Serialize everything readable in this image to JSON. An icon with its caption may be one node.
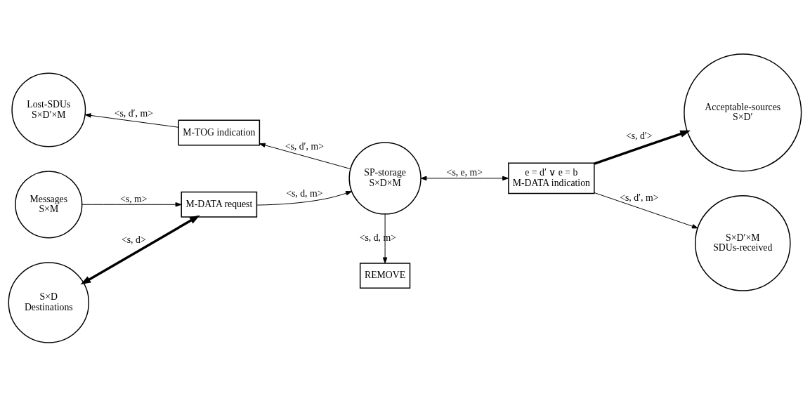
{
  "diagram": {
    "nodes": [
      {
        "text": [
          "Lost-SDUs",
          "S×D′×M"
        ]
      },
      {
        "text": [
          "M-TOG indication"
        ]
      },
      {
        "text": [
          "Acceptable-sources",
          "S×D′"
        ]
      },
      {
        "text": [
          "Messages",
          "S×M"
        ]
      },
      {
        "text": [
          "M-DATA request"
        ]
      },
      {
        "text": [
          "SP-storage",
          "S×D×M"
        ]
      },
      {
        "text": [
          "e = d′ ∨ e = b",
          "M-DATA indication"
        ]
      },
      {
        "text": [
          "S×D′×M",
          "SDUs-received"
        ]
      },
      {
        "text": [
          "S×D",
          "Destinations"
        ]
      },
      {
        "text": [
          "REMOVE"
        ]
      }
    ],
    "edges": [
      {
        "from": 1,
        "to": 0,
        "arrow": "to",
        "label": "<s, d′, m>"
      },
      {
        "from": 5,
        "to": 1,
        "arrow": "to",
        "label": "<s, d′, m>"
      },
      {
        "from": 3,
        "to": 4,
        "arrow": "to",
        "label": "<s, m>"
      },
      {
        "from": 4,
        "to": 8,
        "arrow": "both",
        "label": "<s, d>",
        "style": "thick"
      },
      {
        "from": 4,
        "to": 5,
        "arrow": "to",
        "label": "<s, d, m>"
      },
      {
        "from": 5,
        "to": 6,
        "arrow": "both",
        "label": "<s, e, m>"
      },
      {
        "from": 6,
        "to": 2,
        "arrow": "to",
        "label": "<s, d′>",
        "style": "thick"
      },
      {
        "from": 6,
        "to": 7,
        "arrow": "to",
        "label": "<s, d′, m>"
      },
      {
        "from": 5,
        "to": 9,
        "arrow": "to",
        "label": "<s, d, m>"
      }
    ]
  }
}
